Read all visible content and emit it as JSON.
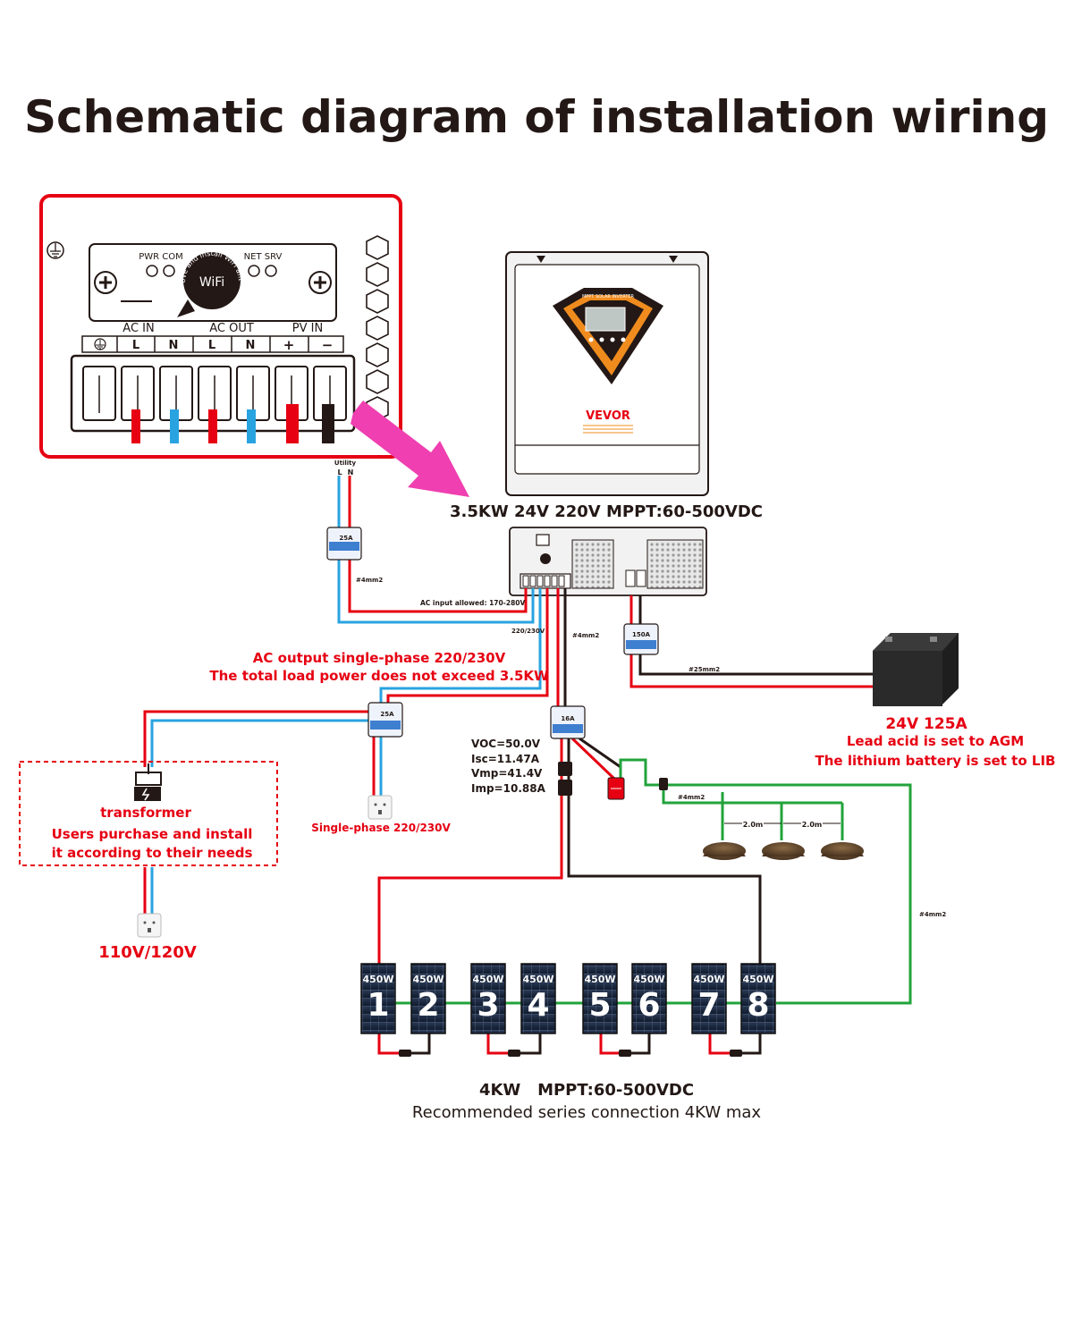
{
  "title": "Schematic diagram of installation wiring",
  "terminal_panel": {
    "pwr_com": "PWR COM",
    "net_srv": "NET SRV",
    "wifi_note": "Remove and install WiFi antenna",
    "wifi": "WiFi",
    "ac_in": "AC IN",
    "ac_out": "AC OUT",
    "pv_in": "PV IN",
    "l": "L",
    "n": "N",
    "plus": "+",
    "minus": "−"
  },
  "inverter": {
    "banner": "MPPT SOLAR INVERTER",
    "brand": "VEVOR",
    "spec": "3.5KW 24V 220V MPPT:60-500VDC"
  },
  "utility": {
    "label": "Utility",
    "l": "L",
    "n": "N"
  },
  "breakers": {
    "utility": "25A",
    "output": "25A",
    "pv": "16A",
    "battery": "150A"
  },
  "wire_labels": {
    "utility_wire": "#4mm2",
    "ac_input_allowed": "AC input allowed: 170-280V",
    "output_voltage": "220/230V",
    "pv_wire": "#4mm2",
    "battery_wire": "#25mm2",
    "ground_wire": "#4mm2",
    "panel_ground_wire": "#4mm2",
    "ground_spacing": "2.0m"
  },
  "ac_output": {
    "line1": "AC output single-phase 220/230V",
    "line2": "The total load power does not exceed 3.5KW"
  },
  "pv_specs": [
    "VOC=50.0V",
    "Isc=11.47A",
    "Vmp=41.4V",
    "Imp=10.88A"
  ],
  "battery": {
    "title": "24V 125A",
    "line1": "Lead acid is set to AGM",
    "line2": "The lithium battery is set to LIB"
  },
  "transformer": {
    "label": "transformer",
    "line1": "Users purchase and install",
    "line2": "it according to their needs"
  },
  "outputs": {
    "single_phase": "Single-phase 220/230V",
    "low_voltage": "110V/120V"
  },
  "panels": [
    {
      "watt": "450W",
      "num": "1"
    },
    {
      "watt": "450W",
      "num": "2"
    },
    {
      "watt": "450W",
      "num": "3"
    },
    {
      "watt": "450W",
      "num": "4"
    },
    {
      "watt": "450W",
      "num": "5"
    },
    {
      "watt": "450W",
      "num": "6"
    },
    {
      "watt": "450W",
      "num": "7"
    },
    {
      "watt": "450W",
      "num": "8"
    }
  ],
  "array": {
    "title": "4KW   MPPT:60-500VDC",
    "subtitle": "Recommended series connection 4KW max"
  },
  "colors": {
    "red": "#e60012",
    "blue": "#29a3e0",
    "green": "#22a33b",
    "black": "#231815",
    "orange": "#f08c1e",
    "magenta": "#ef3fb0"
  }
}
